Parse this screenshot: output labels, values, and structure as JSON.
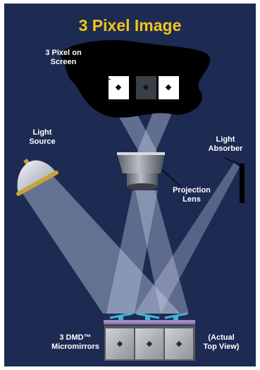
{
  "title": "3 Pixel Image",
  "labels": {
    "screen": "3 Pixel on\nScreen",
    "light_source": "Light\nSource",
    "light_absorber": "Light\nAbsorber",
    "projection_lens": "Projection\nLens",
    "dmd": "3 DMD™\nMicromirrors",
    "top_view": "(Actual\nTop View)"
  },
  "colors": {
    "background": "#1d2b52",
    "title": "#f4c518",
    "label": "#ffffff",
    "light_beam": "#c9d4ec",
    "lamp_collar": "#c8a236",
    "mirror_cyan": "#3fb6d9"
  },
  "icons": {
    "lamp": "light-source-icon",
    "lens": "projection-lens-icon",
    "absorber": "light-absorber-icon",
    "mirrors": "micromirror-icon"
  }
}
